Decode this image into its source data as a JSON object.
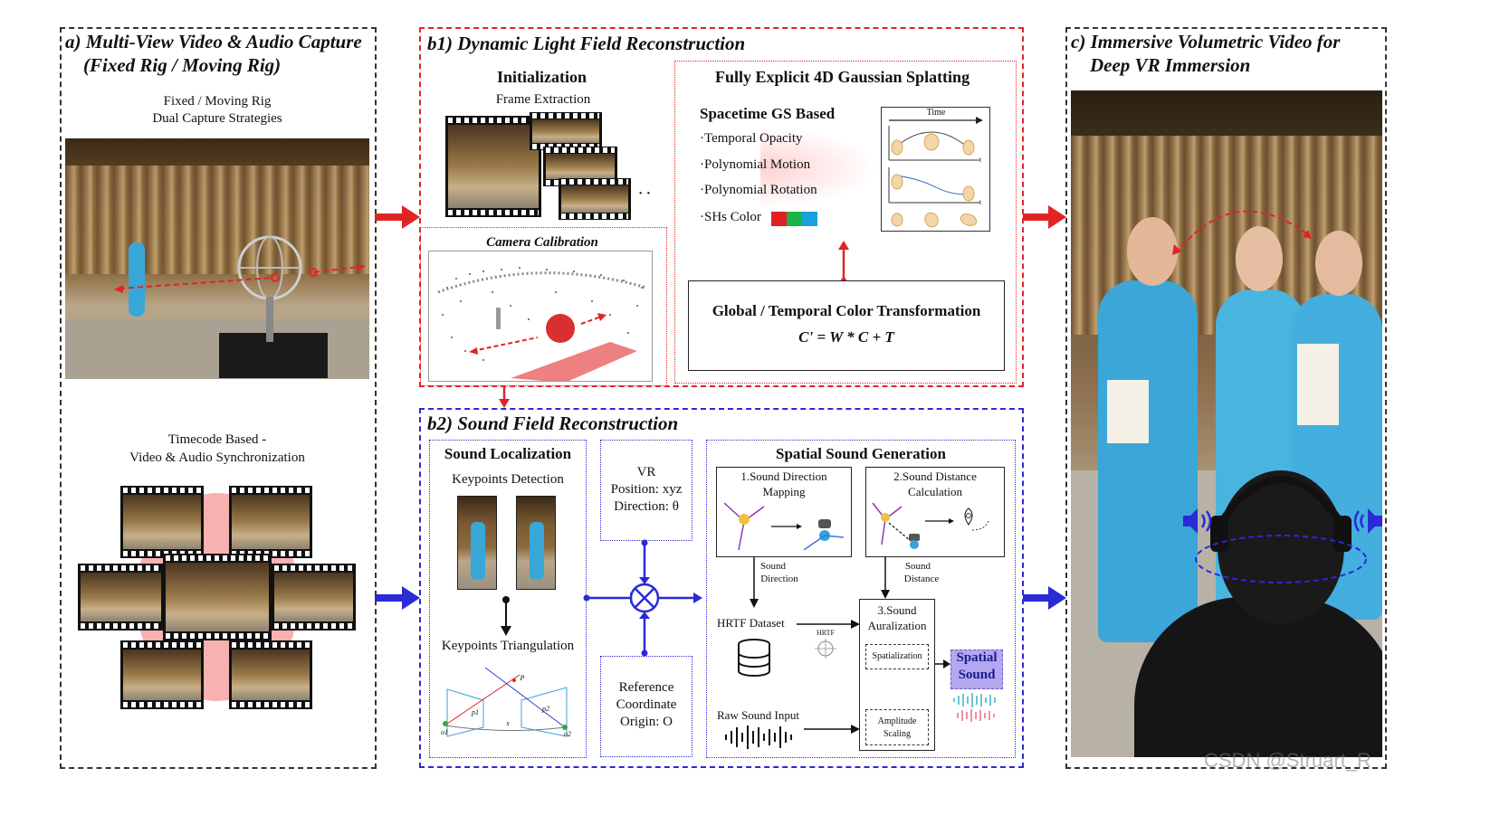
{
  "panel_a": {
    "title_line1": "a) Multi-View Video & Audio Capture",
    "title_line2": "(Fixed Rig / Moving Rig)",
    "rig_caption_line1": "Fixed / Moving Rig",
    "rig_caption_line2": "Dual Capture Strategies",
    "sync_caption_line1": "Timecode Based -",
    "sync_caption_line2": "Video & Audio Synchronization"
  },
  "panel_b1": {
    "title": "b1) Dynamic Light Field Reconstruction",
    "init_title": "Initialization",
    "frame_extraction": "Frame Extraction",
    "ellipsis": "· ·",
    "camera_calibration": "Camera Calibration",
    "gs_title": "Fully Explicit 4D Gaussian Splatting",
    "spacetime_title": "Spacetime GS Based",
    "features": [
      "·Temporal Opacity",
      "·Polynomial Motion",
      "·Polynomial Rotation",
      "·SHs Color"
    ],
    "time_label": "Time",
    "axis_t": "t",
    "color_title": "Global / Temporal Color Transformation",
    "color_formula": "C' = W * C + T",
    "sh_colors": [
      "#e02020",
      "#1fb24a",
      "#1aa0e0"
    ]
  },
  "panel_b2": {
    "title": "b2) Sound Field Reconstruction",
    "localization_title": "Sound Localization",
    "keypoints_detection": "Keypoints Detection",
    "keypoints_triangulation": "Keypoints Triangulation",
    "vr_line1": "VR",
    "vr_line2": "Position: xyz",
    "vr_line3": "Direction: θ",
    "ref_line1": "Reference",
    "ref_line2": "Coordinate",
    "ref_line3": "Origin: O",
    "spatial_title": "Spatial Sound Generation",
    "step1_line1": "1.Sound Direction",
    "step1_line2": "Mapping",
    "step2_line1": "2.Sound Distance",
    "step2_line2": "Calculation",
    "sound_direction_line1": "Sound",
    "sound_direction_line2": "Direction",
    "sound_distance_line1": "Sound",
    "sound_distance_line2": "Distance",
    "hrtf_dataset": "HRTF Dataset",
    "hrtf_small": "HRTF",
    "step3_line1": "3.Sound",
    "step3_line2": "Auralization",
    "spatialization": "Spatialization",
    "amplitude_line1": "Amplitude",
    "amplitude_line2": "Scaling",
    "raw_sound": "Raw Sound Input",
    "spatial_sound_line1": "Spatial",
    "spatial_sound_line2": "Sound",
    "tri_p": "P",
    "tri_p1": "p1",
    "tri_p2": "p2",
    "tri_o1": "o1",
    "tri_o2": "o2",
    "tri_s": "s"
  },
  "panel_c": {
    "title_line1": "c) Immersive Volumetric Video for",
    "title_line2": "Deep VR Immersion"
  },
  "watermark": "CSDN @Struart_R",
  "colors": {
    "red": "#e02424",
    "blue": "#2a2ad6",
    "spatial_sound_bg": "#b3a8f0"
  }
}
